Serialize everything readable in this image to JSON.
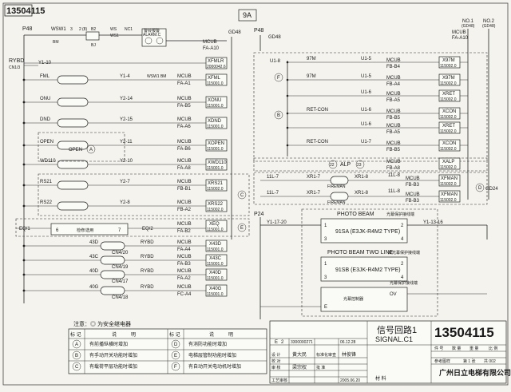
{
  "drawing_number": "13504115",
  "drawing_number_vertical": "13504115",
  "sheet_tag": "9A",
  "left": {
    "rail": "P48",
    "rybd_label": "RYBD",
    "rybd_sub": "CN1/3",
    "y110": "Y1-10",
    "wsw1": "WSW1",
    "bm": "BM",
    "num3": "3",
    "num2": "2",
    "num8": "(8)",
    "b2": "B2",
    "bj": "BJ",
    "ws": "WS",
    "ws1": "WS1",
    "nc1": "NC1",
    "alarm_cn": "警铃报警",
    "alarm_en": "ALARM.C",
    "gd48": "GD48",
    "mcub": "MCUB",
    "fa_a10": "FA-A10",
    "xfmlr": "XFMLR",
    "xfmlr_p": "2000042.6",
    "rows": [
      {
        "sw": "FML",
        "y": "Y1-4",
        "mid": "WSW1 BM",
        "mcub": "MCUB",
        "sub": "FA-A1",
        "x": "XFML",
        "p": "115001.0"
      },
      {
        "sw": "ONU",
        "y": "Y2-14",
        "mid": "",
        "mcub": "MCUB",
        "sub": "FA-B5",
        "x": "XONU",
        "p": "115001.0"
      },
      {
        "sw": "DND",
        "y": "Y2-15",
        "mid": "",
        "mcub": "MCUB",
        "sub": "FA-A6",
        "x": "XDND",
        "p": "115001.0"
      },
      {
        "sw": "OPEN",
        "y": "Y2-11",
        "mid": "",
        "mcub": "MCUB",
        "sub": "FA-B6",
        "x": "XOPEN",
        "p": "115001.0"
      },
      {
        "sw": "WD110",
        "y": "Y2-10",
        "mid": "",
        "mcub": "MCUB",
        "sub": "FA-A8",
        "x": "XWD110",
        "p": "115001.0"
      },
      {
        "sw": "RS21",
        "y": "Y2-7",
        "mid": "",
        "mcub": "MCUB",
        "sub": "FB-B1",
        "x": "XRS21",
        "p": "115002.0"
      },
      {
        "sw": "RS22",
        "y": "Y2-8",
        "mid": "",
        "mcub": "MCUB",
        "sub": "FB-A2",
        "x": "XRS22",
        "p": "115002.0"
      }
    ],
    "open_a": "OPEN",
    "circle_a": "A",
    "circle_c": "C",
    "eq1": "EQ/1",
    "eq2": "EQ/2",
    "six": "6",
    "seven": "7",
    "eq_mid": "检修/选用",
    "circle_e": "E",
    "eq_mcub": "MCUB",
    "eq_sub": "FA-B2",
    "xeq": "XEQ",
    "xeq_p": "115001.0",
    "lower": [
      {
        "a": "43D",
        "b": "RYBD",
        "c": "MCUB",
        "d": "CN4/20",
        "e": "FA-A4",
        "x": "X43D",
        "p": "115001.0"
      },
      {
        "a": "43C",
        "b": "RYBD",
        "c": "MCUB",
        "d": "CN4/19",
        "e": "FA-B3",
        "x": "X43C",
        "p": "115001.0"
      },
      {
        "a": "40D",
        "b": "RYBD",
        "c": "MCUB",
        "d": "CN4/17",
        "e": "FA-A2",
        "x": "X40D",
        "p": "115001.0"
      },
      {
        "a": "40G",
        "b": "RYBD",
        "c": "MCUB",
        "d": "CN4/18",
        "e": "FC-A4",
        "x": "X40G",
        "p": "115001.0"
      }
    ]
  },
  "right": {
    "rail": "P48",
    "gd48": "GD48",
    "no1": "NO.1",
    "no1g": "(GD48)",
    "no2": "NO.2",
    "no2g": "(GD48)",
    "mcub": "MCUB",
    "fa_a10": "FA-A10",
    "u18": "U1-8",
    "circle_f": "F",
    "circle_b": "B",
    "circle_d": "D",
    "rows": [
      {
        "sw": "97M",
        "u": "U1-5",
        "mcub": "MCUB",
        "sub": "FB-B4",
        "x": "X97M",
        "p": "115002.0"
      },
      {
        "sw": "97M",
        "u": "U1-5",
        "mcub": "MCUB",
        "sub": "FB-A4",
        "x": "X97M",
        "p": "115002.0"
      },
      {
        "sw": "",
        "u": "U1-6",
        "mcub": "MCUB",
        "sub": "FB-A5",
        "x": "XRET",
        "p": "115002.0"
      },
      {
        "sw": "RET-CON",
        "u": "U1-6",
        "mcub": "MCUB",
        "sub": "FB-B5",
        "x": "XCON",
        "p": "115002.0"
      },
      {
        "sw": "",
        "u": "U1-6",
        "mcub": "MCUB",
        "sub": "FB-A5",
        "x": "XRET",
        "p": "115002.0"
      },
      {
        "sw": "RET-CON",
        "u": "U1-7",
        "mcub": "MCUB",
        "sub": "FB-B5",
        "x": "XCON",
        "p": "115002.0"
      }
    ],
    "alp": "ALP",
    "c22": "22",
    "c23": "23",
    "alp_mcub": "MCUB",
    "alp_sub": "FB-A8",
    "xalp": "XALP",
    "xalp_p": "115002.0",
    "fm": [
      {
        "a": "11L-7",
        "b": "XR1-7",
        "c": "XR1-8",
        "d": "11L-8",
        "e": "FIREMAN",
        "mcub": "MCUB",
        "sub": "FB-B3",
        "x": "XFMAN",
        "p": "115002.0"
      },
      {
        "a": "11L-7",
        "b": "XR1-7",
        "c": "XR1-8",
        "d": "11L-8",
        "e": "FIREMAN",
        "mcub": "MCUB",
        "sub": "FB-B3",
        "x": "XFMAN",
        "p": "115002.0"
      }
    ],
    "gd24": "GD24",
    "p24": "P24",
    "y1_17_20": "Y1-17-20",
    "y1_13_16": "Y1-13-16",
    "pb_title": "PHOTO BEAM",
    "pb_note": "光幕保护接线端",
    "pb_part": "91SA (E3JK-R4M2 TYPE)",
    "pb2_title": "PHOTO BEAM TWO LINE",
    "pb2_note": "双光幕保护接线端",
    "pb2_part": "91SB (E3JK-R4M2 TYPE)",
    "n1": "1",
    "n2": "2",
    "n3": "3",
    "n4": "4",
    "ov": "OV",
    "e": "E",
    "sensor": "光幕控制器",
    "sensor_note": "光幕保护接线端"
  },
  "notes": {
    "title": "注意：◎ 为安全继电器",
    "col_mark": "标 记",
    "col_desc": "说　　　明",
    "rows": [
      {
        "m": "A",
        "d": "有前播纵横时增加",
        "m2": "D",
        "d2": "有消防功能时增加"
      },
      {
        "m": "B",
        "d": "有手动开关功能时增加",
        "m2": "E",
        "d2": "电梯层管制功能时增加"
      },
      {
        "m": "C",
        "d": "有载荷平层功能时增加",
        "m2": "F",
        "d2": "有自动开关电动机时增加"
      }
    ]
  },
  "titleblock": {
    "title_cn": "信号回路1",
    "title_en": "SIGNAL.C1",
    "drawing_no": "13504115",
    "row_e": "E",
    "row_2": "2",
    "change_no": "3300000271",
    "date1": "06.12.28",
    "sign1": "设 计",
    "sign2": "校 对",
    "sign3": "审 核",
    "sign4": "工艺审核",
    "sign5": "标准化审查",
    "sign6": "批 准",
    "name1": "黄大民",
    "name2": "林俊锋",
    "name3": "梁宗权",
    "date2": "2005.06.20",
    "material": "材 料",
    "ref": "参考图样",
    "hdr": [
      "件 号",
      "数 量",
      "重 量",
      "比 例"
    ],
    "sheet": "第 1 张",
    "total": "共 002",
    "company": "广州日立电梯有限公司"
  }
}
